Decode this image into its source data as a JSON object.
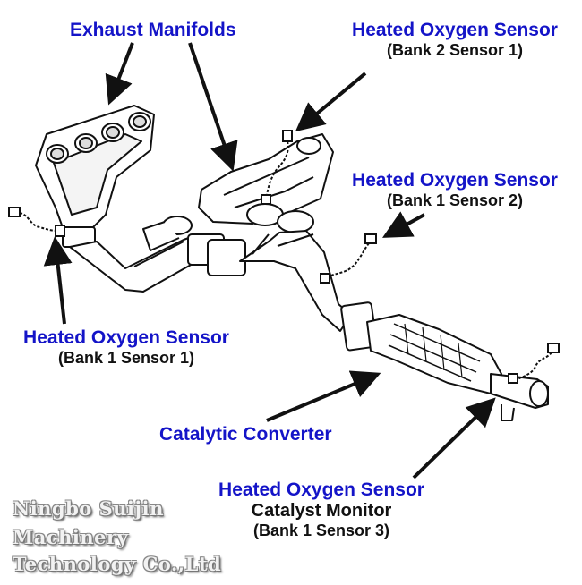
{
  "labels": {
    "exhaust_manifolds": "Exhaust Manifolds",
    "hos_b2s1_title": "Heated Oxygen Sensor",
    "hos_b2s1_sub": "(Bank 2 Sensor 1)",
    "hos_b1s2_title": "Heated Oxygen Sensor",
    "hos_b1s2_sub": "(Bank 1 Sensor 2)",
    "hos_b1s1_title": "Heated Oxygen Sensor",
    "hos_b1s1_sub": "(Bank 1 Sensor 1)",
    "catalytic_converter": "Catalytic Converter",
    "hos_b1s3_title": "Heated Oxygen Sensor",
    "hos_b1s3_line2": "Catalyst Monitor",
    "hos_b1s3_sub": "(Bank 1 Sensor 3)"
  },
  "watermark": {
    "line1": "Ningbo Suijin",
    "line2": "Machinery",
    "line3": "Technology Co.,Ltd"
  },
  "colors": {
    "label_blue": "#1414c8",
    "label_black": "#111111",
    "line": "#111111",
    "part_fill": "#ffffff"
  }
}
